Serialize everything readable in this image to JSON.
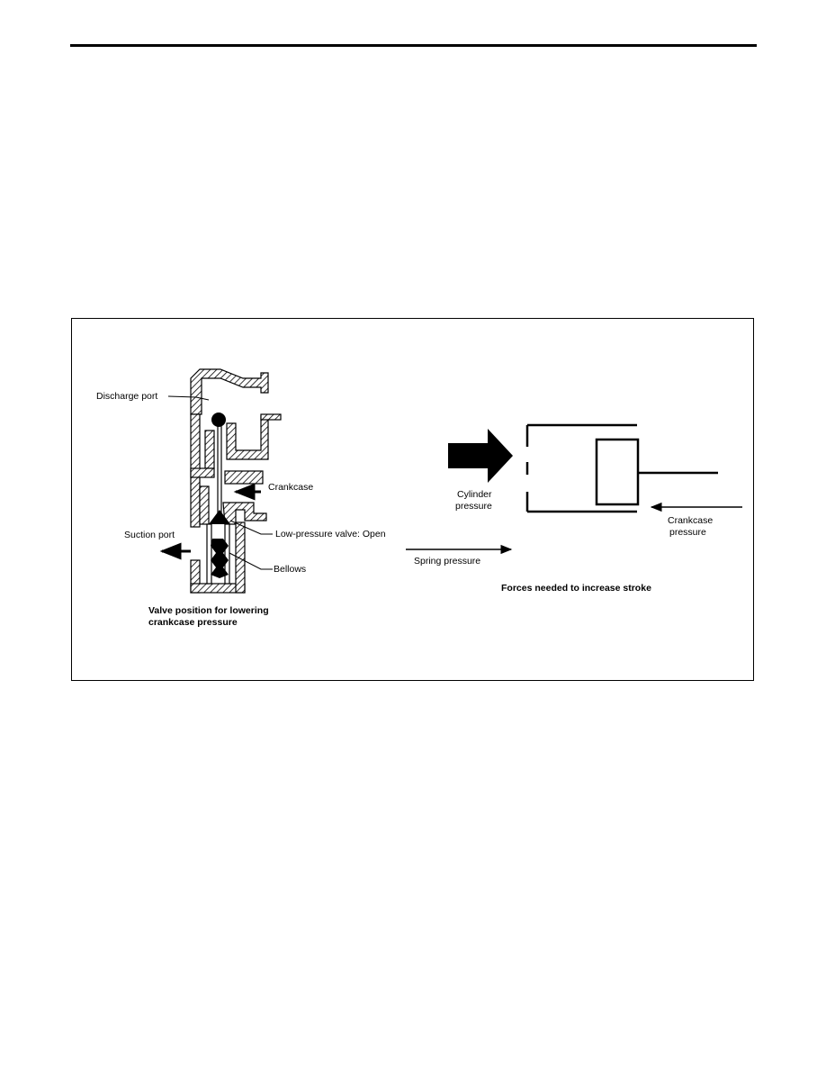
{
  "labels": {
    "discharge_port": "Discharge port",
    "crankcase": "Crankcase",
    "suction_port": "Suction port",
    "low_pressure_valve": "Low-pressure valve: Open",
    "bellows": "Bellows",
    "caption_left_line1": "Valve position for lowering",
    "caption_left_line2": "crankcase pressure",
    "spring_pressure": "Spring pressure",
    "cylinder_pressure_line1": "Cylinder",
    "cylinder_pressure_line2": "pressure",
    "crankcase_pressure_line1": "Crankcase",
    "crankcase_pressure_line2": "pressure",
    "caption_right": "Forces needed to increase stroke"
  },
  "colors": {
    "ink": "#000000",
    "paper": "#ffffff"
  }
}
